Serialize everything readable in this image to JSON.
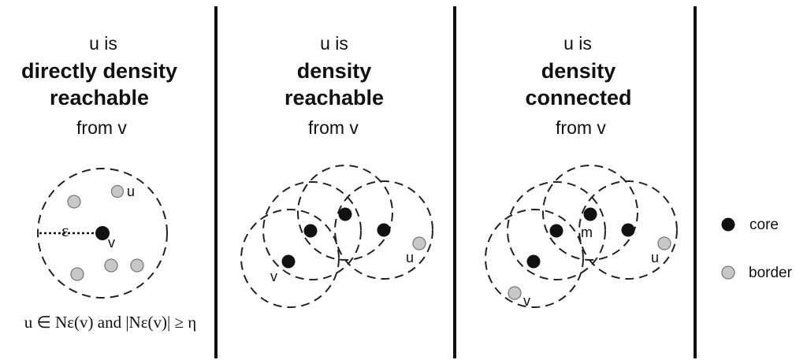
{
  "panels": [
    {
      "line1": "u is",
      "line2": "directly density",
      "line3": "reachable",
      "line4": "from v",
      "labels": {
        "u": "u",
        "v": "v",
        "epsilon": "ε"
      },
      "formula": "u ∈ Nε(v) and |Nε(v)| ≥ η"
    },
    {
      "line1": "u is",
      "line2": "density",
      "line3": "reachable",
      "line4": "from v",
      "labels": {
        "u": "u",
        "v": "v"
      }
    },
    {
      "line1": "u is",
      "line2": "density",
      "line3": "connected",
      "line4": "from v",
      "labels": {
        "u": "u",
        "v": "v",
        "m": "m"
      }
    }
  ],
  "legend": {
    "core": "core",
    "border": "border"
  }
}
